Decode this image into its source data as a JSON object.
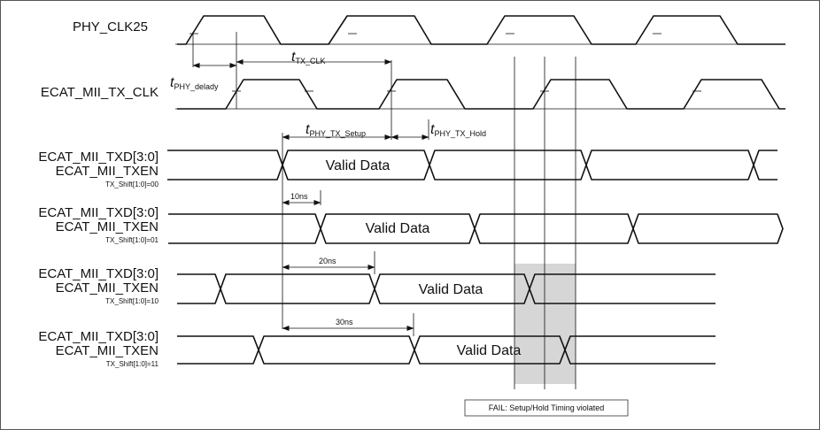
{
  "signals": {
    "phy_clk": "PHY_CLK25",
    "tx_clk": "ECAT_MII_TX_CLK",
    "txd": "ECAT_MII_TXD[3:0]",
    "txen": "ECAT_MII_TXEN",
    "shift": [
      "TX_Shift[1:0]=00",
      "TX_Shift[1:0]=01",
      "TX_Shift[1:0]=10",
      "TX_Shift[1:0]=11"
    ]
  },
  "valid_data": "Valid Data",
  "timing": {
    "t": "t",
    "tx_clk_sub": "TX_CLK",
    "phy_delay_sub": "PHY_delady",
    "setup_sub": "PHY_TX_Setup",
    "hold_sub": "PHY_TX_Hold"
  },
  "delays": [
    "10ns",
    "20ns",
    "30ns"
  ],
  "fail_note": "FAIL: Setup/Hold Timing violated"
}
